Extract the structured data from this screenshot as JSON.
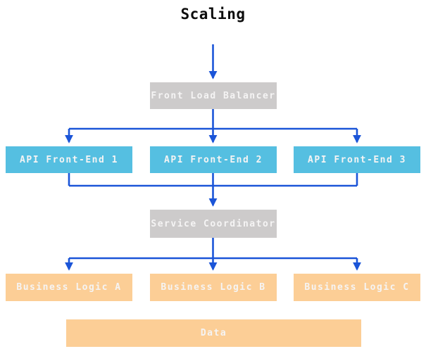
{
  "diagram": {
    "title": "Scaling",
    "type": "flowchart",
    "colors": {
      "arrow": "#1b55d8",
      "node_gray": "#cdcbcb",
      "node_blue": "#55bfe1",
      "node_orange": "#fcce96",
      "node_text": "#f5f4f4",
      "title_text": "#0d0d0d",
      "background": "#ffffff"
    },
    "nodes": {
      "front_load_balancer": {
        "label": "Front Load Balancer",
        "color_role": "gray"
      },
      "api_front_end_1": {
        "label": "API Front-End 1",
        "color_role": "blue"
      },
      "api_front_end_2": {
        "label": "API Front-End 2",
        "color_role": "blue"
      },
      "api_front_end_3": {
        "label": "API Front-End 3",
        "color_role": "blue"
      },
      "service_coordinator": {
        "label": "Service Coordinator",
        "color_role": "gray"
      },
      "business_logic_a": {
        "label": "Business Logic A",
        "color_role": "orange"
      },
      "business_logic_b": {
        "label": "Business Logic B",
        "color_role": "orange"
      },
      "business_logic_c": {
        "label": "Business Logic C",
        "color_role": "orange"
      },
      "data": {
        "label": "Data",
        "color_role": "orange"
      }
    },
    "edges": [
      {
        "from": "start",
        "to": "Front Load Balancer"
      },
      {
        "from": "Front Load Balancer",
        "to": "API Front-End 1"
      },
      {
        "from": "Front Load Balancer",
        "to": "API Front-End 2"
      },
      {
        "from": "Front Load Balancer",
        "to": "API Front-End 3"
      },
      {
        "from": "API Front-End 1",
        "to": "Service Coordinator"
      },
      {
        "from": "API Front-End 2",
        "to": "Service Coordinator"
      },
      {
        "from": "API Front-End 3",
        "to": "Service Coordinator"
      },
      {
        "from": "Service Coordinator",
        "to": "Business Logic A"
      },
      {
        "from": "Service Coordinator",
        "to": "Business Logic B"
      },
      {
        "from": "Service Coordinator",
        "to": "Business Logic C"
      }
    ]
  }
}
